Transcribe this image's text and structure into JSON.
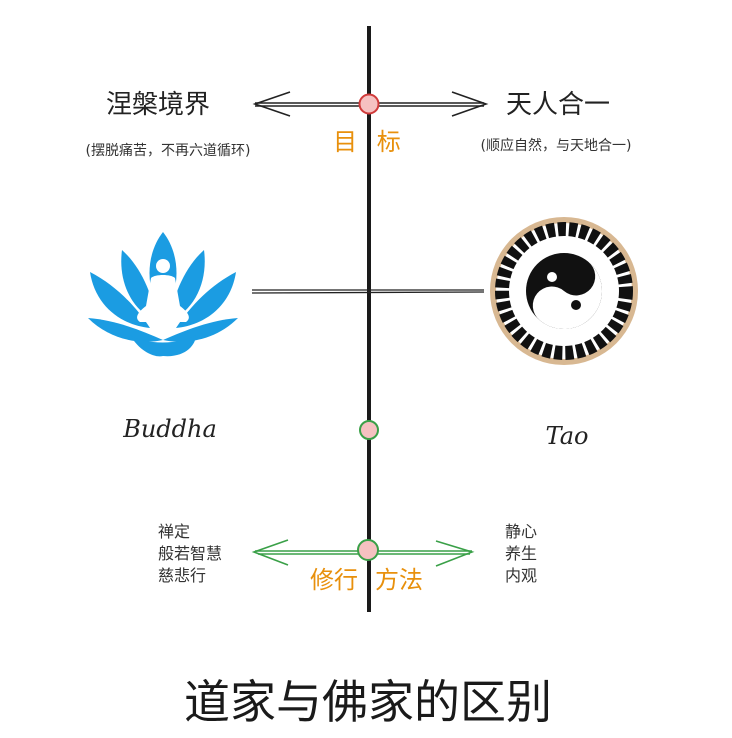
{
  "goal": {
    "label": "目 标",
    "left_title": "涅槃境界",
    "left_note": "(摆脱痛苦，不再六道循环)",
    "right_title": "天人合一",
    "right_note": "(顺应自然，与天地合一)"
  },
  "religions": {
    "left": "Buddha",
    "right": "Tao"
  },
  "practice": {
    "label_left": "修行",
    "label_right": "方法",
    "left_items": [
      "禅定",
      "般若智慧",
      "慈悲行"
    ],
    "right_items": [
      "静心",
      "养生",
      "内观"
    ]
  },
  "title": "道家与佛家的区别",
  "colors": {
    "lotus": "#1b9ce2",
    "goal_arrow": "#222222",
    "practice_arrow": "#3aa048",
    "accent_text": "#e8900c",
    "node_fill": "#f6c1c1",
    "goal_node_stroke": "#d03a3a",
    "practice_node_stroke": "#3aa048",
    "taiji_ring": "#d8b892"
  }
}
